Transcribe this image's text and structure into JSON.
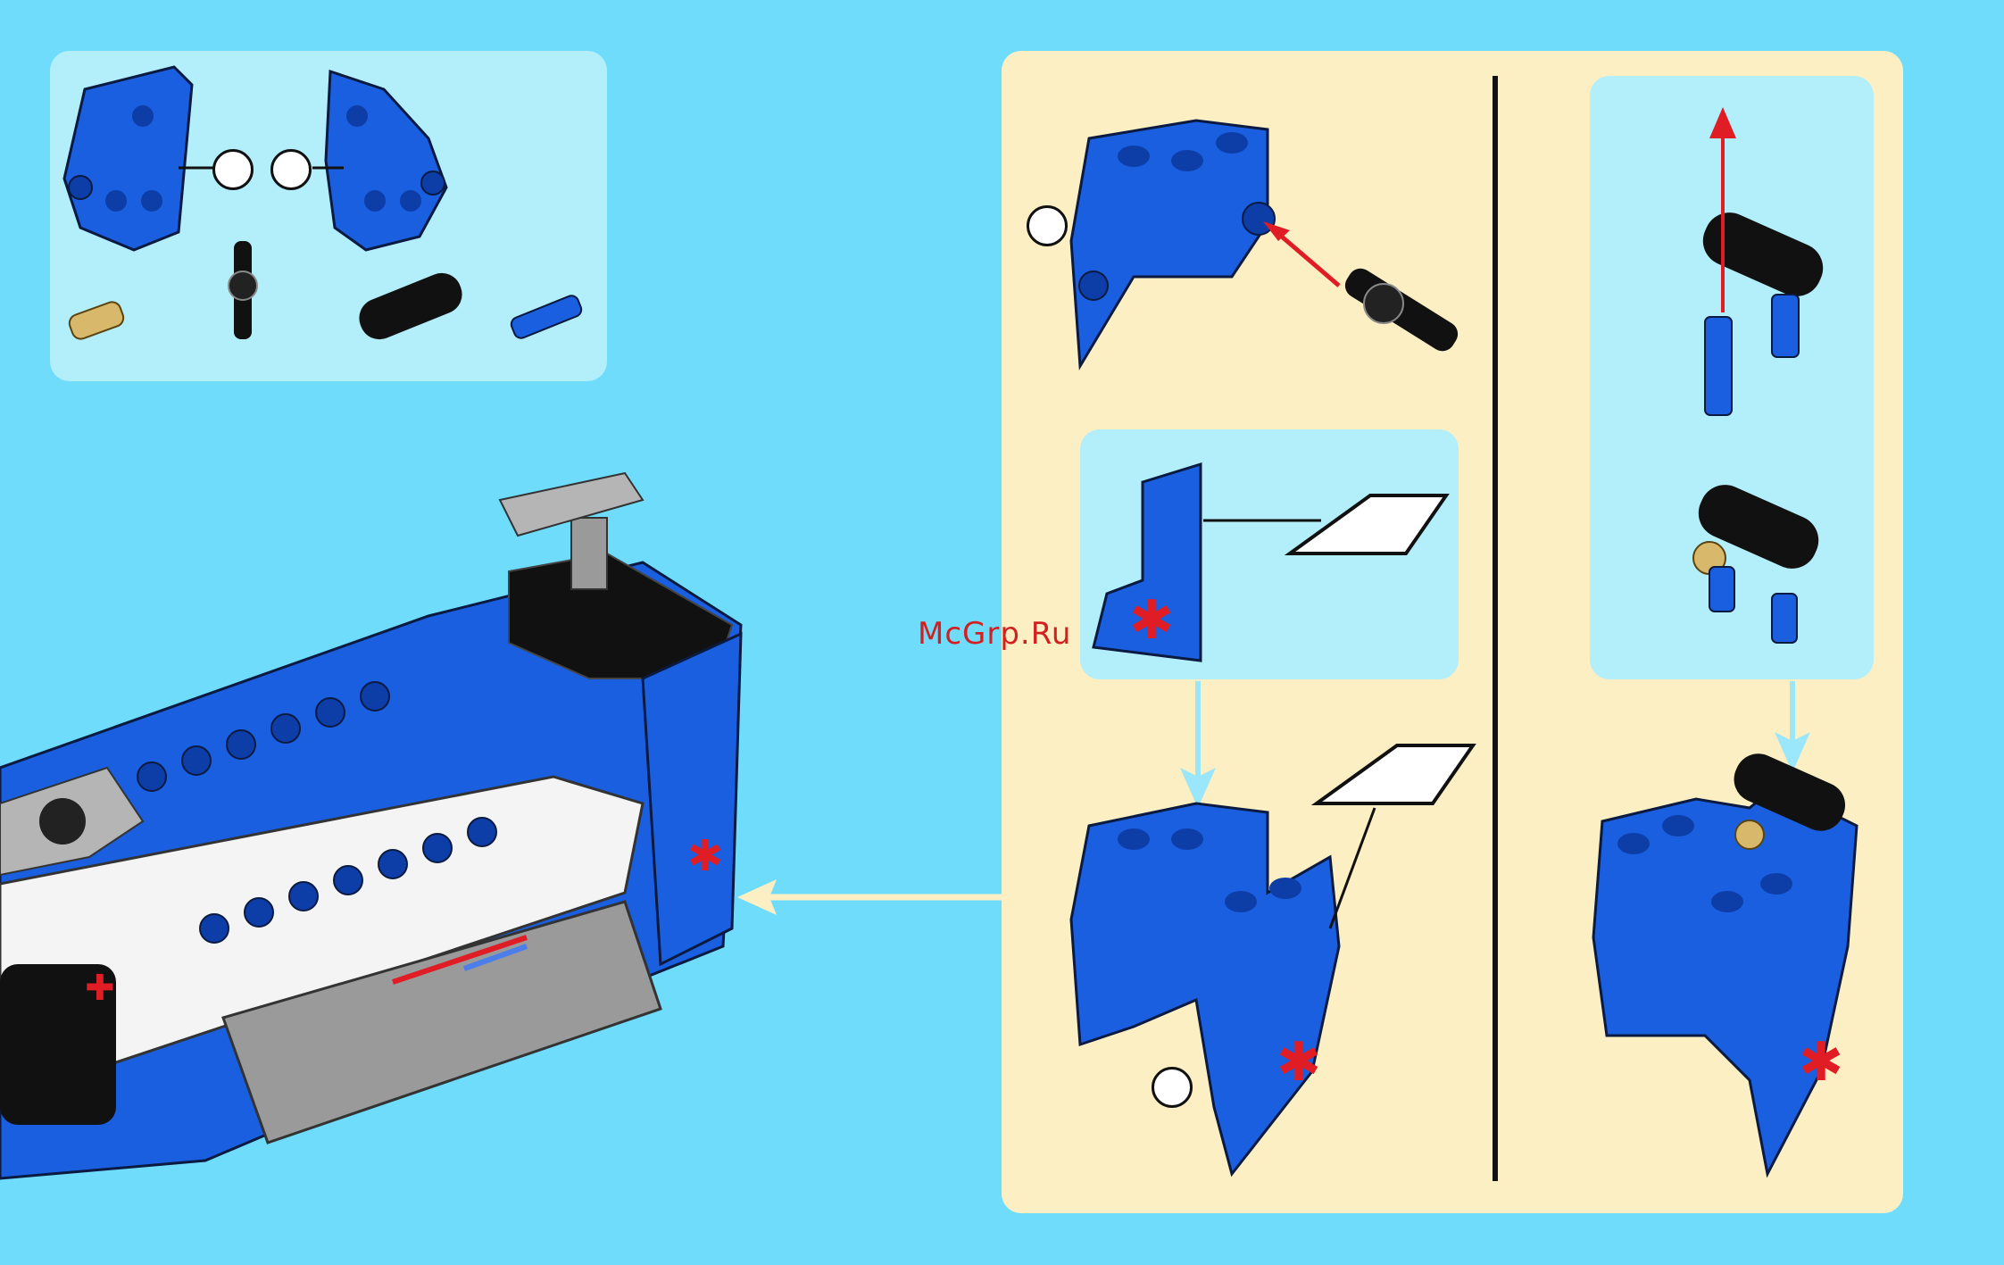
{
  "watermark": {
    "text": "McGrp.Ru"
  },
  "parts_list": {
    "items": [
      "blue-panel-left",
      "blue-panel-right",
      "tan-axle-pin",
      "black-axle-connector",
      "black-beam",
      "blue-axle-pin"
    ]
  },
  "icons": {
    "arrow-main": "arrow-left-icon",
    "arrow-insert": "arrow-red-icon",
    "arrow-down": "arrow-down-icon"
  },
  "colors": {
    "background": "#6fdcfb",
    "panel_light": "#b3eefb",
    "panel_cream": "#fcefc3",
    "brick_blue": "#1a5fe0",
    "brick_black": "#111111",
    "brick_grey": "#9a9a9a",
    "arrow_red": "#e01c24",
    "arrow_cream": "#fcefc3",
    "arrow_cyan": "#9ae6fb"
  }
}
